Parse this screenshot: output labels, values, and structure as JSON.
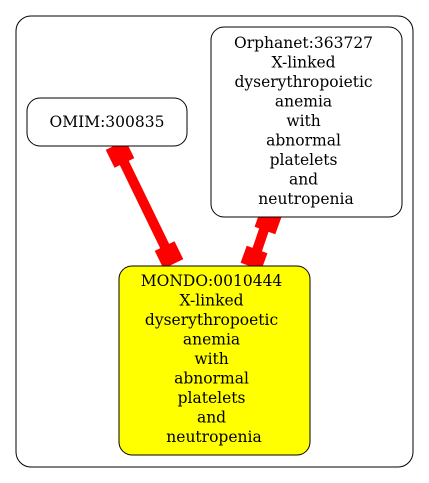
{
  "diagram": {
    "nodes": [
      {
        "id": "omim",
        "lines": [
          "OMIM:300835"
        ],
        "fill": "#ffffff"
      },
      {
        "id": "orphanet",
        "lines": [
          "Orphanet:363727",
          "X-linked",
          "dyserythropoietic",
          "anemia",
          "with",
          "abnormal",
          "platelets",
          "and",
          "neutropenia"
        ],
        "fill": "#ffffff"
      },
      {
        "id": "mondo",
        "lines": [
          "MONDO:0010444",
          "X-linked",
          "dyserythropoetic",
          "anemia",
          "with",
          "abnormal",
          "platelets",
          "and",
          "neutropenia"
        ],
        "fill": "#ffff00"
      }
    ],
    "edges": [
      {
        "from": "omim",
        "to": "mondo",
        "color": "#ff0000",
        "arrowheads": "both"
      },
      {
        "from": "orphanet",
        "to": "mondo",
        "color": "#ff0000",
        "arrowheads": "both"
      }
    ],
    "colors": {
      "edge": "#ff0000",
      "highlight_node": "#ffff00",
      "border": "#000000"
    }
  }
}
